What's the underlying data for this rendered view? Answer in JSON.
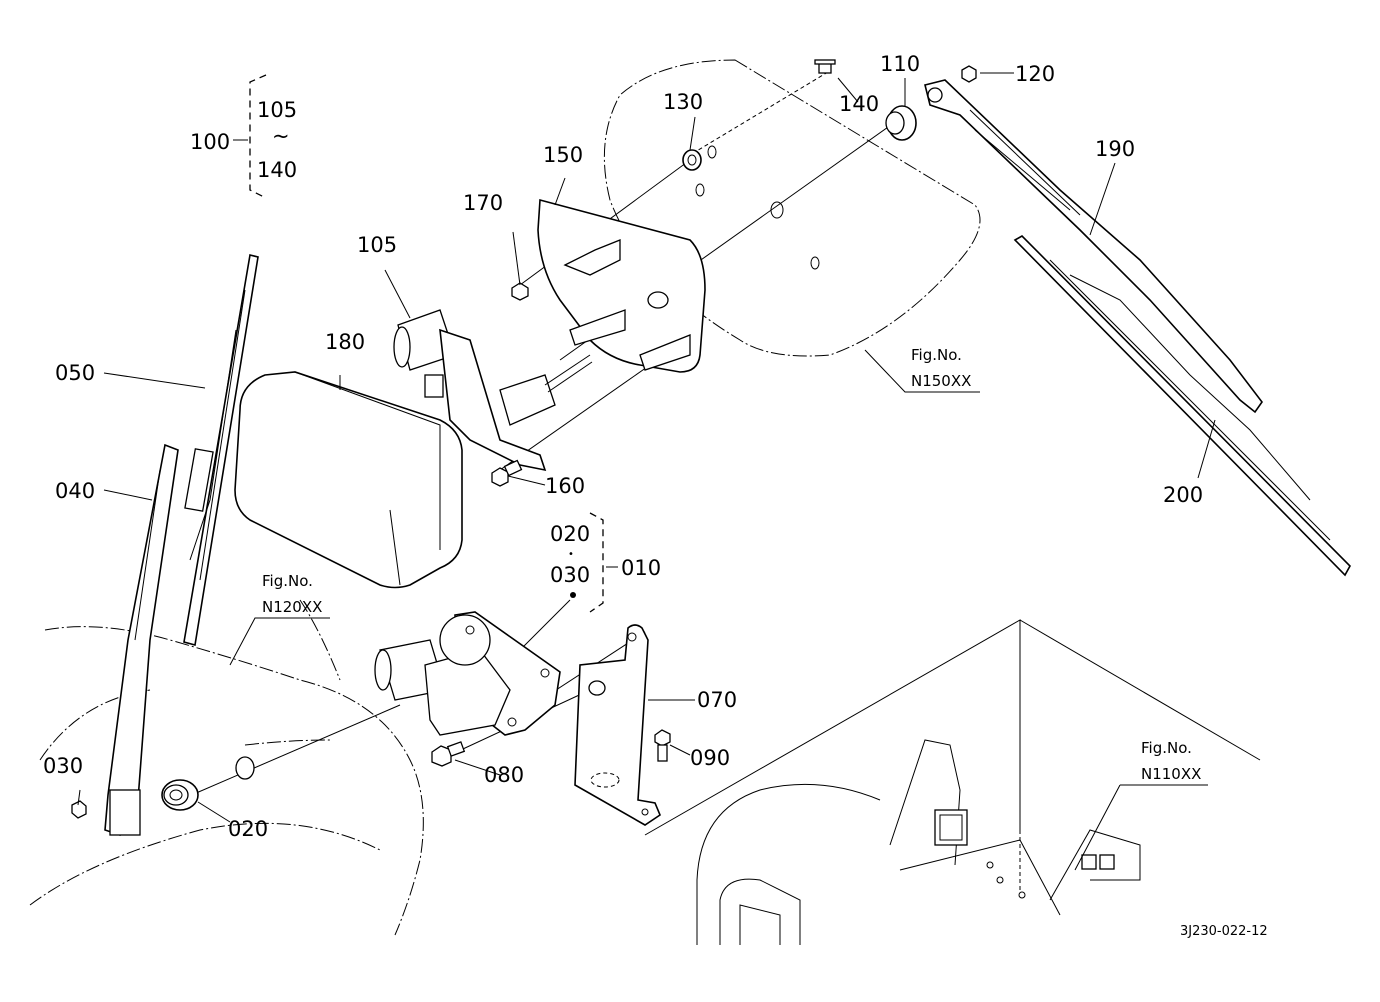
{
  "diagram": {
    "type": "exploded-parts-diagram",
    "subject": "Wiper assembly (front and rear)",
    "drawing_code": "3J230-022-12",
    "part_labels": {
      "p010": "010",
      "p020a": "020",
      "p020b": "020",
      "p030a": "030",
      "p030b": "030",
      "p040": "040",
      "p050": "050",
      "p070": "070",
      "p080": "080",
      "p090": "090",
      "p100": "100",
      "p105a": "105",
      "p105b": "105",
      "p110": "110",
      "p120": "120",
      "p130": "130",
      "p140a": "140",
      "p140b": "140",
      "p150": "150",
      "p160": "160",
      "p170": "170",
      "p180": "180",
      "p190": "190",
      "p200": "200"
    },
    "range_symbol": "~",
    "kit_dot": "•",
    "figure_refs": [
      {
        "caption": "Fig.No.",
        "number": "N150XX"
      },
      {
        "caption": "Fig.No.",
        "number": "N120XX"
      },
      {
        "caption": "Fig.No.",
        "number": "N110XX"
      }
    ]
  }
}
